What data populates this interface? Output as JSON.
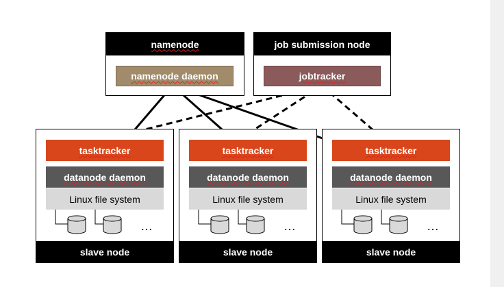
{
  "namenode": {
    "title": "namenode",
    "daemon": "namenode daemon"
  },
  "job_node": {
    "title": "job submission node",
    "daemon": "jobtracker"
  },
  "slaves": [
    {
      "tasktracker": "tasktracker",
      "datanode": "datanode daemon",
      "fs": "Linux file system",
      "ellipsis": "…",
      "footer": "slave node"
    },
    {
      "tasktracker": "tasktracker",
      "datanode": "datanode daemon",
      "fs": "Linux file system",
      "ellipsis": "…",
      "footer": "slave node"
    },
    {
      "tasktracker": "tasktracker",
      "datanode": "datanode daemon",
      "fs": "Linux file system",
      "ellipsis": "…",
      "footer": "slave node"
    }
  ],
  "colors": {
    "tasktracker": "#d9461b",
    "datanode": "#585858",
    "linux_fs": "#d9d9d9",
    "namenode_daemon": "#a18b6a",
    "jobtracker": "#8b5a5a"
  },
  "icons": {
    "disk": "cylinder-disk-icon"
  }
}
